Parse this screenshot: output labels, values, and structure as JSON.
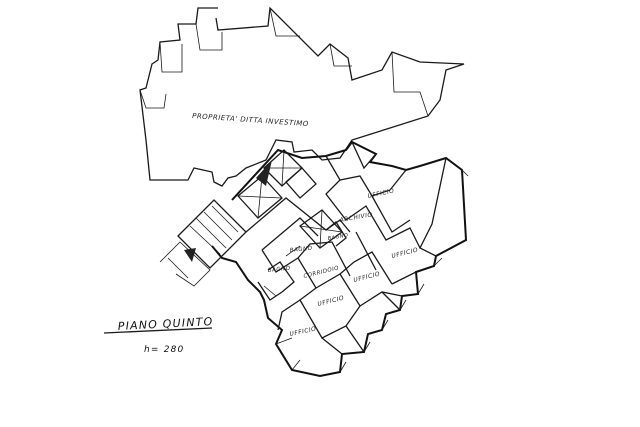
{
  "plan": {
    "neighbor_label": "PROPRIETA' DITTA INVESTIMO",
    "title": "PIANO QUINTO",
    "height_note": "h= 280",
    "rooms": {
      "office_top": "UFFICIO",
      "archive": "ARCHIVIO",
      "office_right": "UFFICIO",
      "office_mid": "UFFICIO",
      "office_low": "UFFICIO",
      "office_bottom": "UFFICIO",
      "bath_1": "BAGNO",
      "bath_2": "BAGNO",
      "bath_3": "BAGNO",
      "corridor": "CORRIDOIO"
    }
  }
}
